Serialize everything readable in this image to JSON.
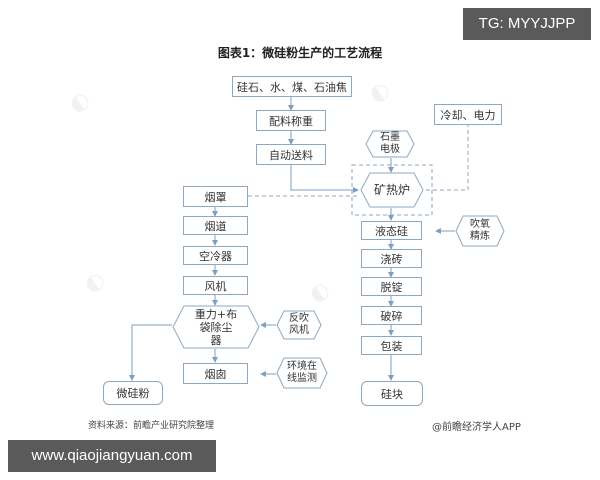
{
  "title": "图表1：微硅粉生产的工艺流程",
  "badges": {
    "tg": "TG: MYYJJPP",
    "site": "www.qiaojiangyuan.com"
  },
  "footer": {
    "source": "资料来源：前瞻产业研究院整理",
    "credit": "@前瞻经济学人APP"
  },
  "nodes": {
    "raw_materials": "硅石、水、煤、石油焦",
    "batching": "配料称重",
    "auto_feed": "自动送料",
    "cooling_power": "冷却、电力",
    "graphite_electrode_l1": "石墨",
    "graphite_electrode_l2": "电极",
    "furnace": "矿热炉",
    "hood": "烟罩",
    "flue": "烟道",
    "air_cooler": "空冷器",
    "fan": "风机",
    "dust_collector_l1": "重力+布",
    "dust_collector_l2": "袋除尘",
    "dust_collector_l3": "器",
    "reverse_blow_l1": "反吹",
    "reverse_blow_l2": "风机",
    "chimney": "烟囱",
    "env_monitor_l1": "环境在",
    "env_monitor_l2": "线监测",
    "microsilica": "微硅粉",
    "liquid_silicon": "液态硅",
    "oxygen_refine_l1": "吹氧",
    "oxygen_refine_l2": "精炼",
    "casting": "浇砖",
    "demolding": "脱锭",
    "crushing": "破碎",
    "packaging": "包装",
    "silicon_block": "硅块"
  },
  "colors": {
    "box_border": "#8fa8c0",
    "arrow": "#7f9fbf",
    "badge_bg": "#5a5a5a"
  }
}
